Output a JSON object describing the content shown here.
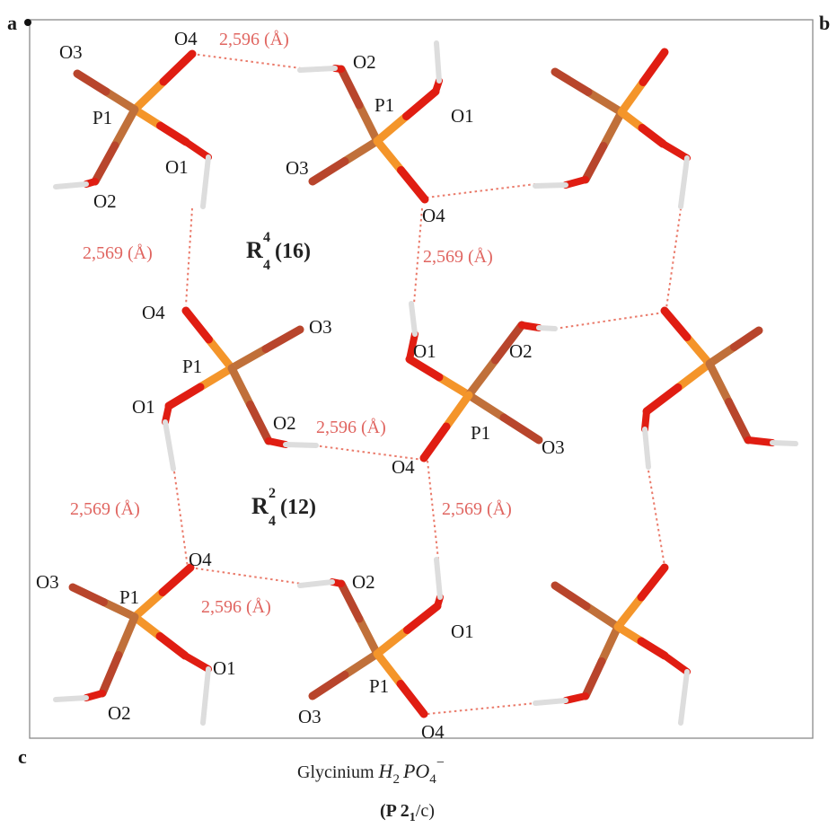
{
  "colors": {
    "phosphorus": "#f4952a",
    "oxygen": "#e01d12",
    "oxygen_dark": "#b8452c",
    "hydrogen": "#dddddd",
    "hbond": "#ea7b6b",
    "distance_text": "#e06560",
    "label_text": "#1a1a1a"
  },
  "axes": {
    "a": "a",
    "b": "b",
    "c": "c"
  },
  "atoms": {
    "p1": "P1",
    "o1": "O1",
    "o2": "O2",
    "o3": "O3",
    "o4": "O4"
  },
  "distances": {
    "d_2596": "2,596 (Å)",
    "d_2569": "2,569 (Å)"
  },
  "motifs": {
    "ring16": {
      "symbol": "R",
      "sup": "4",
      "sub": "4",
      "size": "(16)"
    },
    "ring12": {
      "symbol": "R",
      "sup": "2",
      "sub": "4",
      "size": "(12)"
    }
  },
  "caption": {
    "compound_prefix": "Glycinium ",
    "formula_h": "H",
    "formula_h_sub": "2",
    "formula_po": "PO",
    "formula_po_sub": "4",
    "formula_charge": "−",
    "space_group_prefix": "(P 2",
    "space_group_sub": "1",
    "space_group_suffix": "/c)"
  }
}
